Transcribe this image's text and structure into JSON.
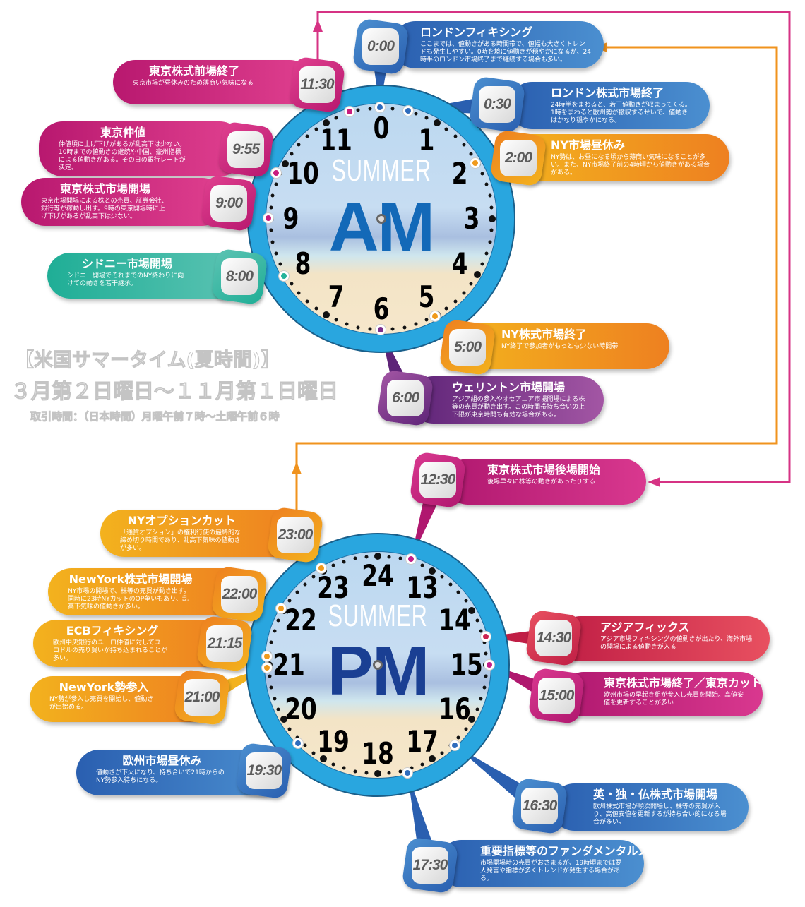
{
  "notice": {
    "line1": "【米国サマータイム(夏時間)】",
    "line2": "３月第２日曜日～１１月第１日曜日",
    "line3": "取引時間：（日本時間）月曜午前７時～土曜午前６時"
  },
  "colors": {
    "blue": "#2f6cbd",
    "pink": "#c91d7e",
    "orange": "#f09a1c",
    "teal": "#24b39b",
    "purple": "#7a2f8c",
    "red": "#cc2350",
    "magenta": "#c2208a",
    "ring": "#29a6df",
    "am": "#1369b8",
    "pm": "#1a3f93",
    "arrow_pink": "#d63384",
    "arrow_orange": "#f0931e"
  },
  "am_clock": {
    "summer": "SUMMER",
    "label": "AM",
    "numbers": [
      "0",
      "1",
      "2",
      "3",
      "4",
      "5",
      "6",
      "7",
      "8",
      "9",
      "10",
      "11"
    ]
  },
  "pm_clock": {
    "summer": "SUMMER",
    "label": "PM",
    "numbers": [
      "24",
      "13",
      "14",
      "15",
      "16",
      "17",
      "18",
      "19",
      "20",
      "21",
      "22",
      "23"
    ]
  },
  "callouts": [
    {
      "time": "0:00",
      "title": "ロンドンフィキシング",
      "desc": "ここまでは、値動きがある時間帯で、値幅も大きくトレンドも発生しやすい。0時を境に値動きが穏やかになるが、24時半のロンドン市場終了まで継続する場合も多い。",
      "color": "blue"
    },
    {
      "time": "0:30",
      "title": "ロンドン株式市場終了",
      "desc": "24時半をまわると、若干値動きが収まってくる。1時をまわると欧州勢が撤収するせいで、値動きはかなり穏やかになる。",
      "color": "blue"
    },
    {
      "time": "11:30",
      "title": "東京株式前場終了",
      "desc": "東京市場が昼休みのため薄商い気味になる",
      "color": "pink"
    },
    {
      "time": "9:55",
      "title": "東京仲値",
      "desc": "仲値頃に上げ下げがあるが乱高下は少ない。10時までの値動きの継続や中国、豪州指標による値動きがある。その日の銀行レートが決定。",
      "color": "pink"
    },
    {
      "time": "9:00",
      "title": "東京株式市場開場",
      "desc": "東京市場開場による株との売買、証券会社、銀行等が稼動し出す。9時の東京開場時に上げ下げがあるが乱高下は少ない。",
      "color": "pink"
    },
    {
      "time": "8:00",
      "title": "シドニー市場開場",
      "desc": "シドニー開場でそれまでのNY終わりに向けての動きを若干継承。",
      "color": "teal"
    },
    {
      "time": "2:00",
      "title": "NY市場昼休み",
      "desc": "NY勢は、お昼になる頃から薄商い気味になることが多い。また、NY市場終了前の4時頃から値動きがある場合がある。",
      "color": "orange"
    },
    {
      "time": "5:00",
      "title": "NY株式市場終了",
      "desc": "NY終了で参加者がもっとも少ない時間帯",
      "color": "orange"
    },
    {
      "time": "6:00",
      "title": "ウェリントン市場開場",
      "desc": "アジア組の参入やオセアニア市場開場による株等の売買が動き出す。この時間帯持ち合いの上下限が東京時間も有効な場合がある。",
      "color": "purple"
    },
    {
      "time": "12:30",
      "title": "東京株式市場後場開始",
      "desc": "後場早々に株等の動きがあったりする",
      "color": "magenta"
    },
    {
      "time": "23:00",
      "title": "NYオプションカット",
      "desc": "「通貨オプション」の権利行使の最終的な締め切り時間であり、乱高下気味の値動きが多い。",
      "color": "orange"
    },
    {
      "time": "22:00",
      "title": "NewYork株式市場開場",
      "desc": "NY市場の開場で、株等の売買が動き出す。同時に23時NYカットのOP争いもあり、乱高下気味の値動きが多い。",
      "color": "orange"
    },
    {
      "time": "21:15",
      "title": "ECBフィキシング",
      "desc": "欧州中央銀行のユーロ仲値に対してユーロドルの売り買いが持ち込まれることが多い。",
      "color": "orange"
    },
    {
      "time": "21:00",
      "title": "NewYork勢参入",
      "desc": "NY勢が参入し売買を開始し、値動きが出始める。",
      "color": "orange"
    },
    {
      "time": "19:30",
      "title": "欧州市場昼休み",
      "desc": "値動きが下火になり、持ち合いで21時からのNY勢参入待ちになる。",
      "color": "blue"
    },
    {
      "time": "14:30",
      "title": "アジアフィックス",
      "desc": "アジア市場フィキシングの値動きが出たり、海外市場の開場による値動きが入る",
      "color": "red"
    },
    {
      "time": "15:00",
      "title": "東京株式市場終了／東京カット",
      "desc": "欧州市場の早起き組が参入し売買を開始。高値安値を更新することが多い",
      "color": "magenta"
    },
    {
      "time": "16:30",
      "title": "英・独・仏株式市場開場",
      "desc": "欧州株式市場が順次開場し、株等の売買が入り、高値安値を更新するが持ち合い的になる場合が多い。",
      "color": "blue"
    },
    {
      "time": "17:30",
      "title": "重要指標等のファンダメンタルズ",
      "desc": "市場開場時の売買がおさまるが、19時頃までは要人発言や指標が多くトレンドが発生する場合がある。",
      "color": "blue"
    }
  ]
}
